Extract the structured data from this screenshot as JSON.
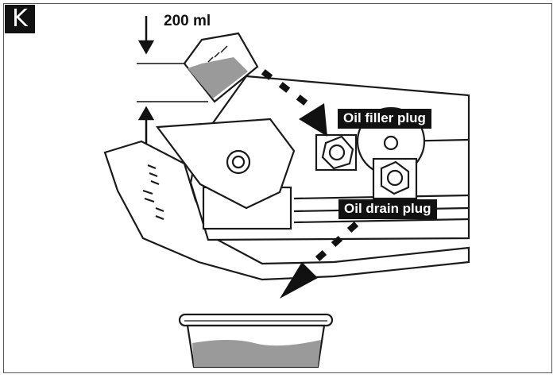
{
  "panel": {
    "letter": "K"
  },
  "measure": {
    "volume_label": "200 ml"
  },
  "callouts": {
    "filler": "Oil filler plug",
    "drain": "Oil drain plug"
  },
  "colors": {
    "ink": "#111111",
    "oil": "#9a9a9a",
    "outline": "#1a1a1a"
  }
}
